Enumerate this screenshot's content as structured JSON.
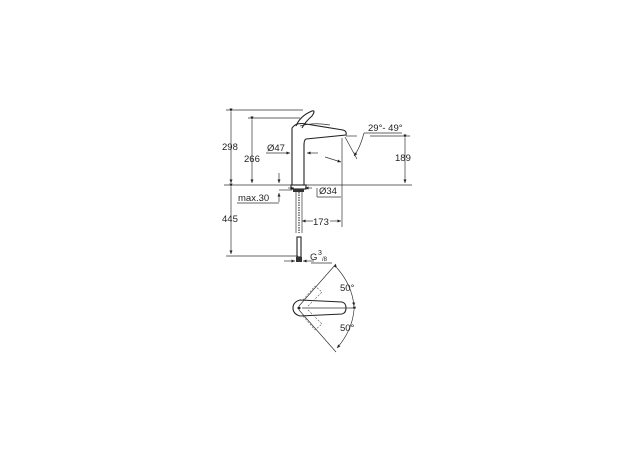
{
  "drawing": {
    "dimensions": {
      "total_height": "298",
      "spout_height": "266",
      "outlet_height": "189",
      "below_deck": "445",
      "body_diameter": "Ø47",
      "hole_diameter": "Ø34",
      "max_deck_thickness": "max.30",
      "reach": "173",
      "spout_angle": "29°- 49°",
      "connection_prefix": "G",
      "connection_sup": "3",
      "connection_sub": "/8",
      "lever_angle_top": "50°",
      "lever_angle_bottom": "50°"
    },
    "line_color": "#333333"
  }
}
